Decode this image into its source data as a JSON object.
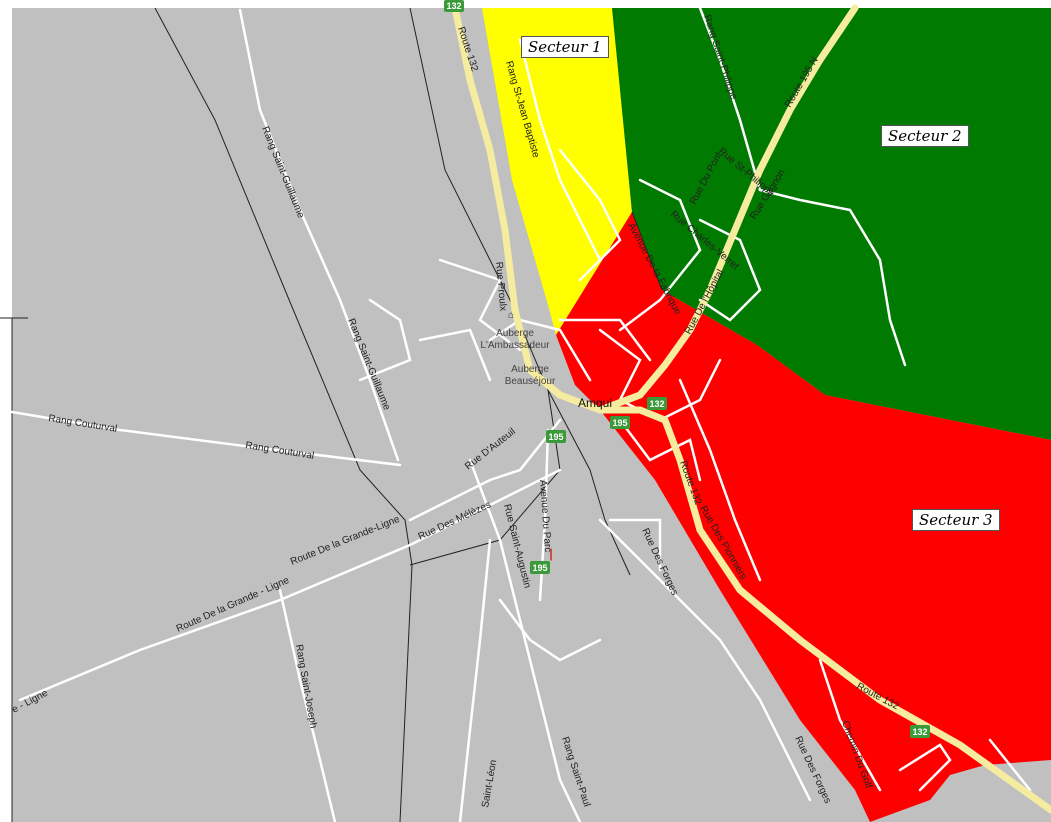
{
  "colors": {
    "land": "#c0c0c0",
    "street": "#ffffff",
    "highway": "#f6ec9f",
    "shield": "#3a9a3a",
    "sector_1": "#ffff00",
    "sector_2": "#007a00",
    "sector_3": "#ff0000"
  },
  "sectors": {
    "s1": "Secteur 1",
    "s2": "Secteur 2",
    "s3": "Secteur 3"
  },
  "town": "Amqui",
  "pois": {
    "auberge_ambassadeur_1": "Auberge",
    "auberge_ambassadeur_2": "L'Ambassadeur",
    "auberge_beausejour_1": "Auberge",
    "auberge_beausejour_2": "Beauséjour"
  },
  "roads": {
    "route_132_n": "Route 132",
    "route_132_s": "Route 132",
    "route_132_e": "Route 132",
    "route_195_n": "Route 195 N",
    "rang_st_jean_baptiste": "Rang St-Jean Baptiste",
    "rang_saint_philippe": "Rang Saint-Philippe",
    "rue_st_philippe": "Rue St-Philippe",
    "rue_du_pont": "Rue Du Pont",
    "rue_gagnon": "Rue Gagnon",
    "rue_charles_verret": "Rue Charles-Verret",
    "avenue_fabrique": "Avenue De la Fabrique",
    "rue_hopital": "Rue De l'Hôpital",
    "rang_saint_guillaume_1": "Rang Saint-Guillaume",
    "rang_saint_guillaume_2": "Rang Saint-Guillaume",
    "rue_proulx": "Rue Proulx",
    "rang_couturval_1": "Rang Couturval",
    "rang_couturval_2": "Rang Couturval",
    "rue_auteuil": "Rue D'Auteuil",
    "rue_melezes": "Rue Des Mélèzes",
    "route_grande_ligne_1": "Route De la Grande-Ligne",
    "route_grande_ligne_2": "Route De la Grande - Ligne",
    "route_grande_ligne_3": "e - Ligne",
    "rue_saint_augustin": "Rue Saint-Augustin",
    "avenue_du_parc": "Avenue Du Parc",
    "rue_des_forges_1": "Rue Des Forges",
    "rue_des_forges_2": "Rue Des Forges",
    "rue_des_pionniers": "Rue Des Pionniers",
    "rang_saint_joseph": "Rang Saint-Joseph",
    "rue_saint_leon": "Saint-Léon",
    "rang_saint_paul": "Rang Saint-Paul",
    "chemin_du_golf": "Chemin Du Golf"
  },
  "shields": {
    "s132_top": "132",
    "s195_a": "195",
    "s132_a": "132",
    "s195_b": "195",
    "s195_c": "195",
    "s132_b": "132"
  }
}
